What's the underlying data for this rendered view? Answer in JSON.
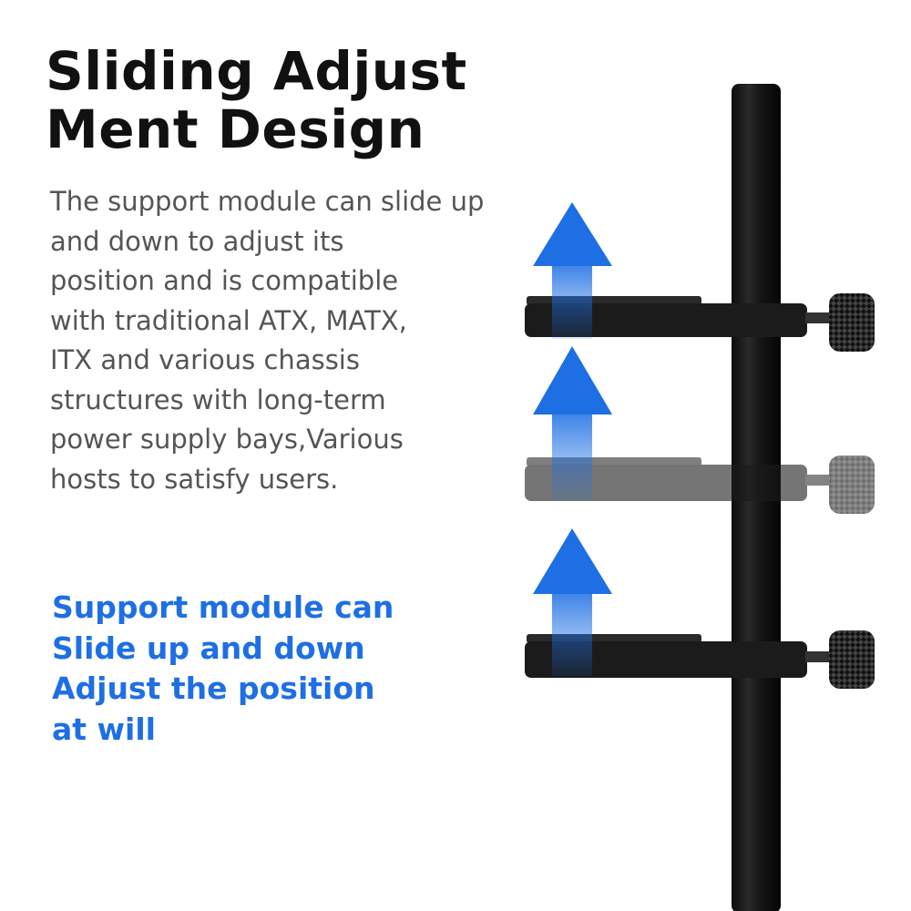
{
  "title": {
    "lines": [
      "Sliding Adjust",
      "Ment Design"
    ]
  },
  "description": {
    "lines": [
      "The support module can slide up",
      "and down to adjust its",
      "position and is compatible",
      "with traditional ATX, MATX,",
      "ITX and various chassis",
      "structures with long-term",
      "power supply bays,Various",
      "hosts to satisfy users."
    ]
  },
  "highlight": {
    "lines": [
      "Support module can",
      "Slide up and down",
      "Adjust the position",
      "at will"
    ]
  },
  "colors": {
    "accent": "#1e6fe3",
    "text": "#555555",
    "heading": "#111111"
  }
}
